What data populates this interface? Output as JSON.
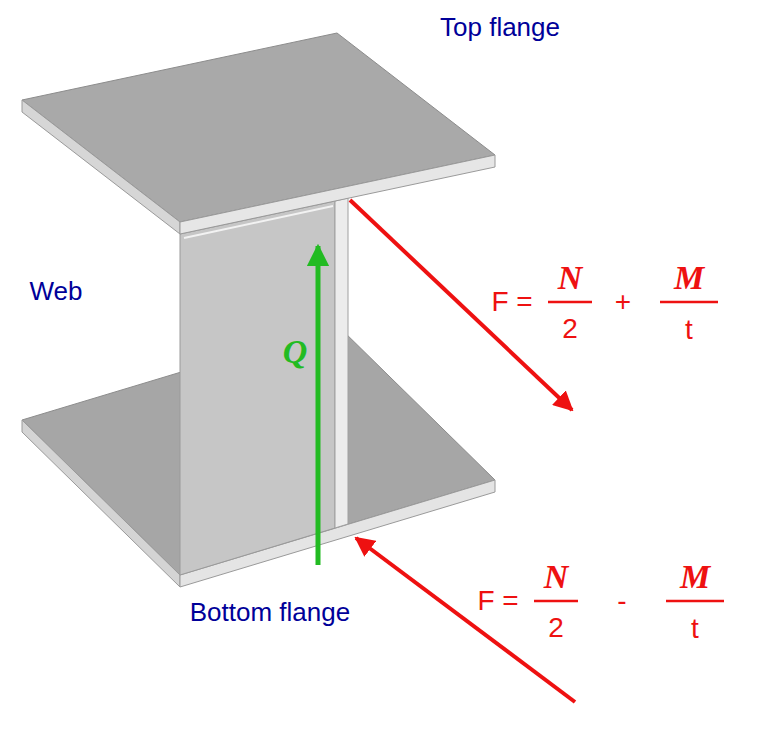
{
  "diagram": {
    "labels": [
      "Top flange",
      "Web",
      "Q",
      "F =",
      "N",
      "2",
      "+",
      "M",
      "t",
      "Bottom flange",
      "F =",
      "N",
      "2",
      "-",
      "M",
      "t"
    ]
  }
}
